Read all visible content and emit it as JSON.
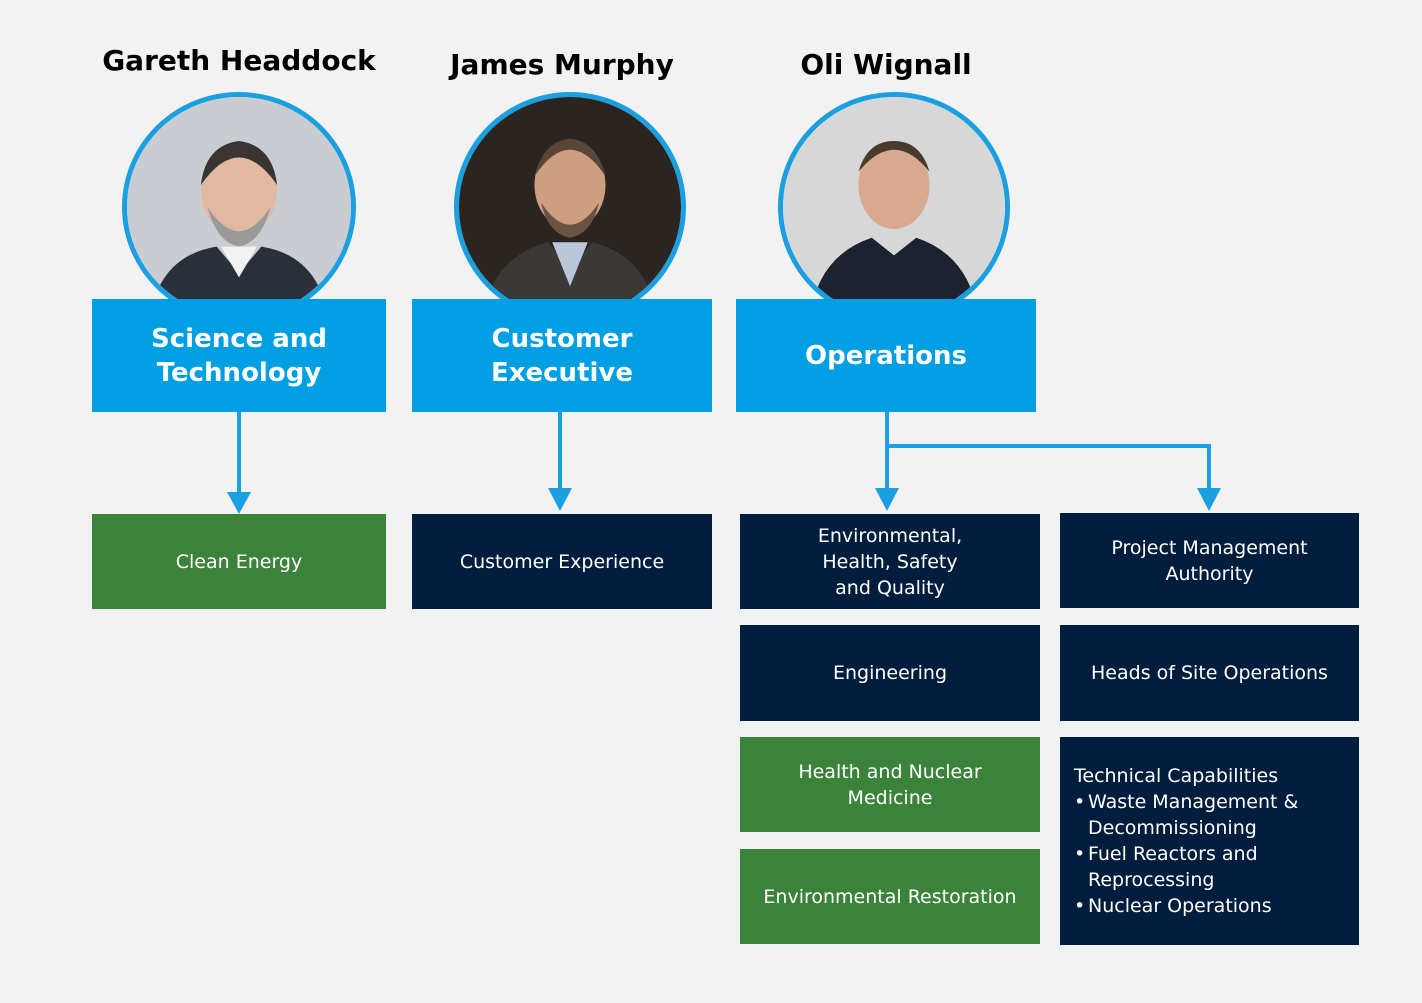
{
  "colors": {
    "background": "#f2f2f2",
    "header_blue": "#009fe3",
    "navy": "#001d3d",
    "green": "#3b833a",
    "connector": "#1a9fe0"
  },
  "leaders": [
    {
      "name": "Gareth Headdock",
      "portfolio": "Science and Technology"
    },
    {
      "name": "James Murphy",
      "portfolio": "Customer Executive"
    },
    {
      "name": "Oli Wignall",
      "portfolio": "Operations"
    }
  ],
  "units": {
    "clean_energy": "Clean Energy",
    "customer_experience": "Customer Experience",
    "ehsq": "Environmental, Health, Safety and Quality",
    "engineering": "Engineering",
    "health_nuclear_medicine": "Health and Nuclear Medicine",
    "environmental_restoration": "Environmental Restoration",
    "pma": "Project Management Authority",
    "heads_site_ops": "Heads of Site Operations",
    "technical_capabilities": {
      "title": "Technical Capabilities",
      "items": [
        "Waste Management & Decommissioning",
        "Fuel Reactors and Reprocessing",
        "Nuclear Operations"
      ]
    }
  }
}
